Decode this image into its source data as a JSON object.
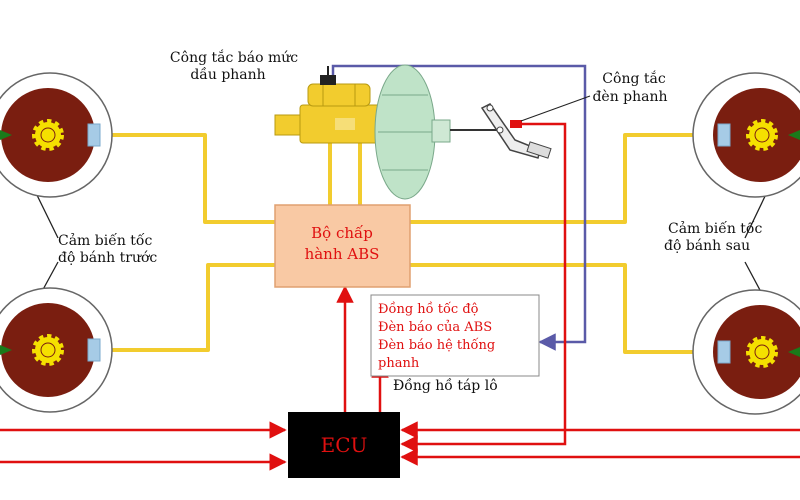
{
  "labels": {
    "brake_fluid_switch_line1": "Công tắc báo mức",
    "brake_fluid_switch_line2": "dầu phanh",
    "brake_light_switch_line1": "Công tắc",
    "brake_light_switch_line2": "đèn phanh",
    "front_sensor_line1": "Cảm biến tốc",
    "front_sensor_line2": "độ bánh trước",
    "rear_sensor_line1": "Cảm biến tốc",
    "rear_sensor_line2": "độ bánh sau",
    "actuator_line1": "Bộ chấp",
    "actuator_line2": "hành ABS",
    "dash_item_1": "Đồng hồ tốc độ",
    "dash_item_2": "Đèn báo của ABS",
    "dash_item_3": "Đèn báo hệ thống",
    "dash_item_4": "phanh",
    "dashboard": "Đồng hồ táp lô",
    "ecu": "ECU"
  },
  "colors": {
    "hydraulic": "#f2cc2e",
    "signal": "#e01010",
    "wire_blue": "#5a5aa8",
    "wheel": "#7a1e10",
    "gear": "#f5e000",
    "actuator_fill": "#f9c9a4",
    "actuator_border": "#e0a070",
    "ecu": "#000000",
    "booster": "#bfe3c8",
    "sensor": "#a6cbe6"
  }
}
